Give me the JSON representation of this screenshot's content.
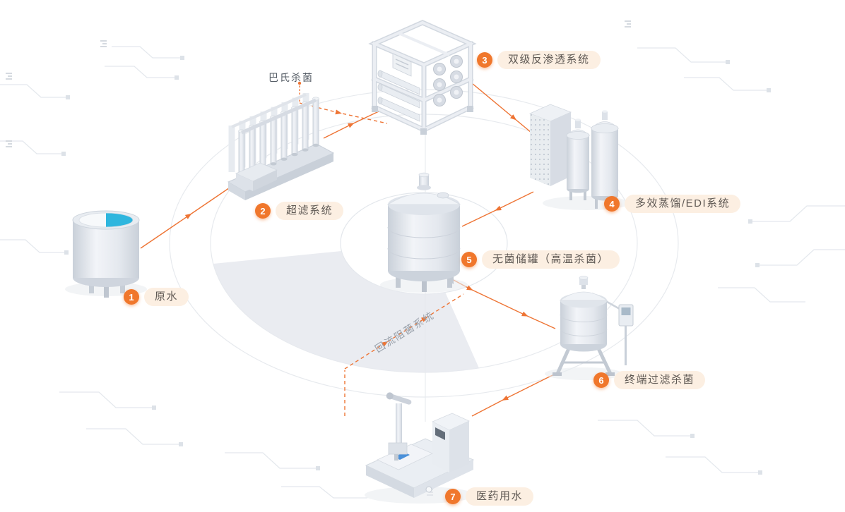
{
  "diagram": {
    "nodes": [
      {
        "number": "1",
        "label": "原水"
      },
      {
        "number": "2",
        "label": "超滤系统"
      },
      {
        "number": "3",
        "label": "双级反渗透系统"
      },
      {
        "number": "4",
        "label": "多效蒸馏/EDI系统"
      },
      {
        "number": "5",
        "label": "无菌储罐（高温杀菌）"
      },
      {
        "number": "6",
        "label": "终端过滤杀菌"
      },
      {
        "number": "7",
        "label": "医药用水"
      }
    ],
    "annotations": [
      {
        "id": "pasteurization",
        "text": "巴氏杀菌"
      },
      {
        "id": "reflux",
        "text": "回流阻菌系统"
      }
    ],
    "colors": {
      "accent_orange": "#ee7434",
      "badge_orange": "#f0772c",
      "label_pill_bg": "#fcefe2",
      "label_text": "#5f5954",
      "water_blue": "#2fb6de",
      "background_gray": "#e6e9ee"
    }
  }
}
